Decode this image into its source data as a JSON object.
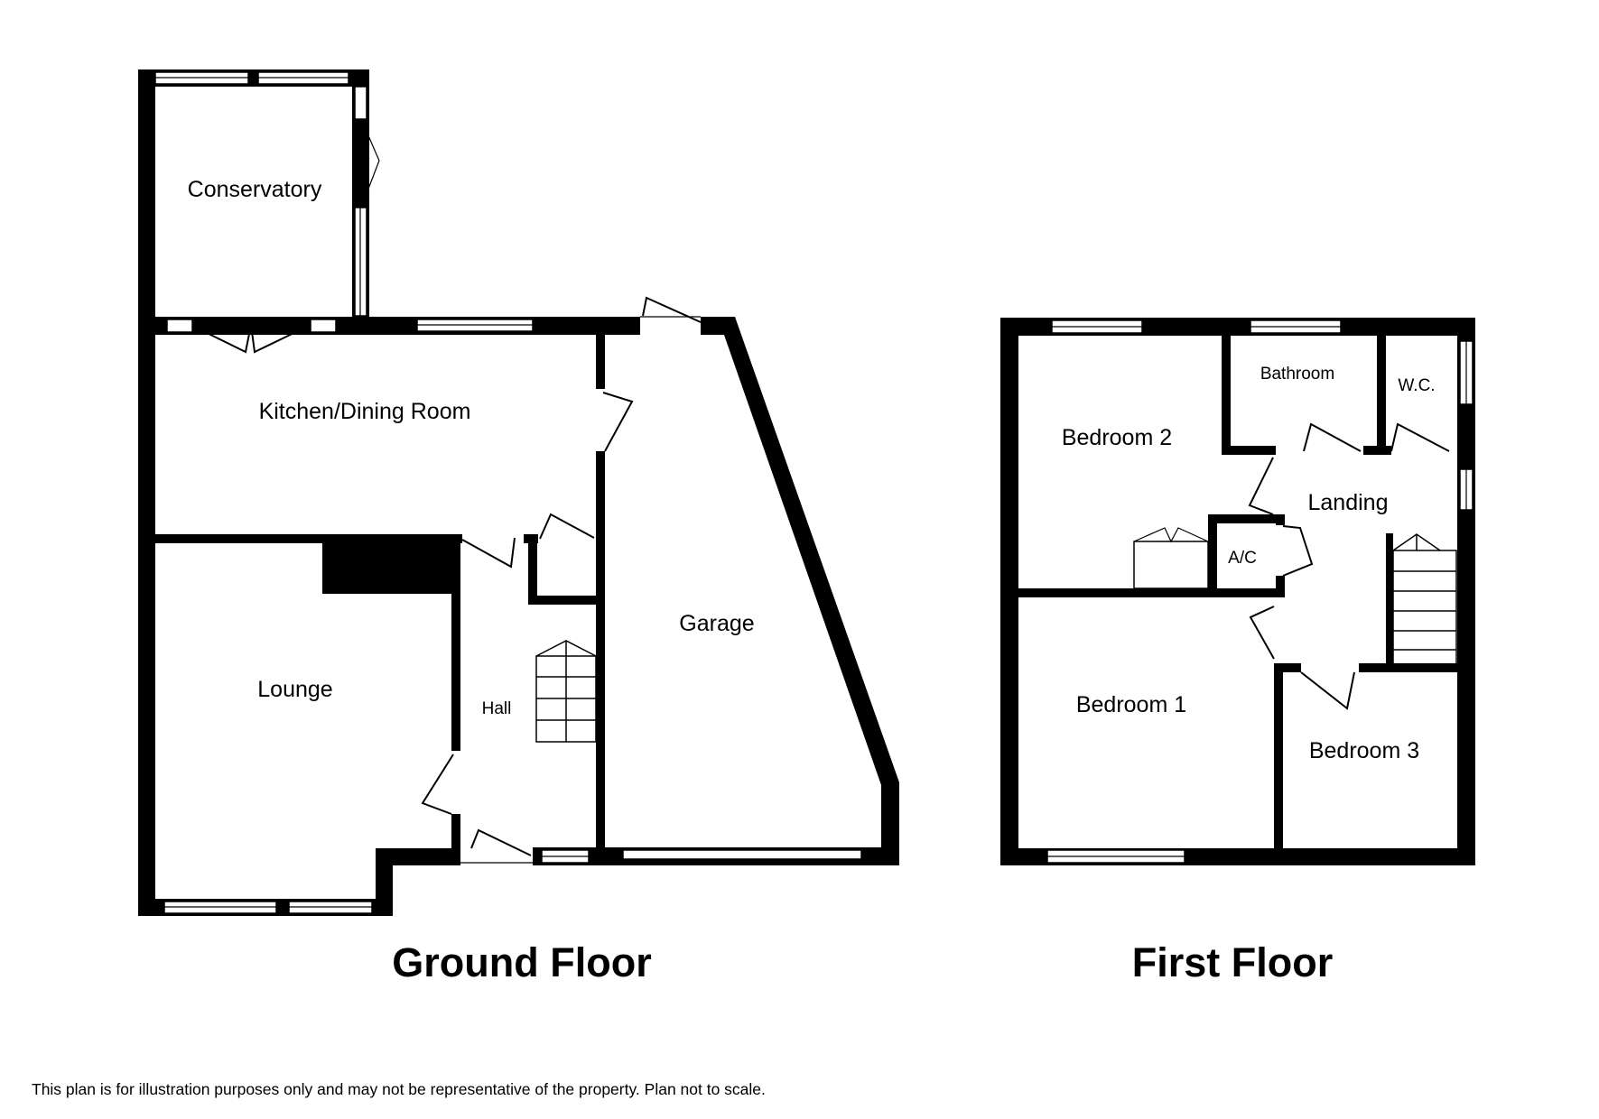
{
  "floors": {
    "ground": {
      "title": "Ground Floor",
      "rooms": {
        "conservatory": "Conservatory",
        "kitchen": "Kitchen/Dining Room",
        "lounge": "Lounge",
        "hall": "Hall",
        "garage": "Garage"
      }
    },
    "first": {
      "title": "First Floor",
      "rooms": {
        "bedroom2": "Bedroom 2",
        "bathroom": "Bathroom",
        "wc": "W.C.",
        "landing": "Landing",
        "ac": "A/C",
        "bedroom1": "Bedroom 1",
        "bedroom3": "Bedroom 3"
      }
    }
  },
  "disclaimer": "This plan is for illustration purposes only and may not be representative of the property. Plan not to scale."
}
